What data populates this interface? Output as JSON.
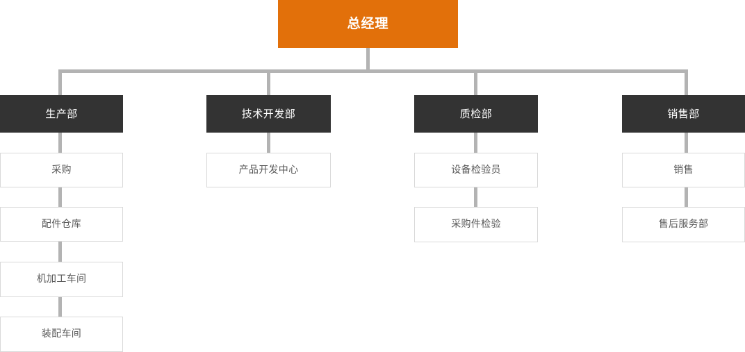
{
  "chart": {
    "type": "org-chart",
    "title": "",
    "theme": {
      "root_fill": "#e2700a",
      "root_text": "#ffffff",
      "dept_fill": "#333333",
      "dept_text": "#ffffff",
      "leaf_fill": "#ffffff",
      "leaf_border": "#d9d9d9",
      "leaf_text": "#595959",
      "connector": "#b3b3b3",
      "background": "#ffffff"
    },
    "root": {
      "label": "总经理",
      "level": 0
    },
    "branches": [
      {
        "id": "production",
        "head": {
          "label": "生产部",
          "level": 1
        },
        "children": [
          {
            "label": "采购",
            "level": 2
          },
          {
            "label": "配件仓库",
            "level": 2
          },
          {
            "label": "机加工车间",
            "level": 2
          },
          {
            "label": "装配车间",
            "level": 2
          }
        ]
      },
      {
        "id": "tech-development",
        "head": {
          "label": "技术开发部",
          "level": 1
        },
        "children": [
          {
            "label": "产品开发中心",
            "level": 2
          }
        ]
      },
      {
        "id": "quality-inspection",
        "head": {
          "label": "质检部",
          "level": 1
        },
        "children": [
          {
            "label": "设备检验员",
            "level": 2
          },
          {
            "label": "采购件检验",
            "level": 2
          }
        ]
      },
      {
        "id": "sales",
        "head": {
          "label": "销售部",
          "level": 1
        },
        "children": [
          {
            "label": "销售",
            "level": 2
          },
          {
            "label": "售后服务部",
            "level": 2
          }
        ]
      }
    ]
  }
}
